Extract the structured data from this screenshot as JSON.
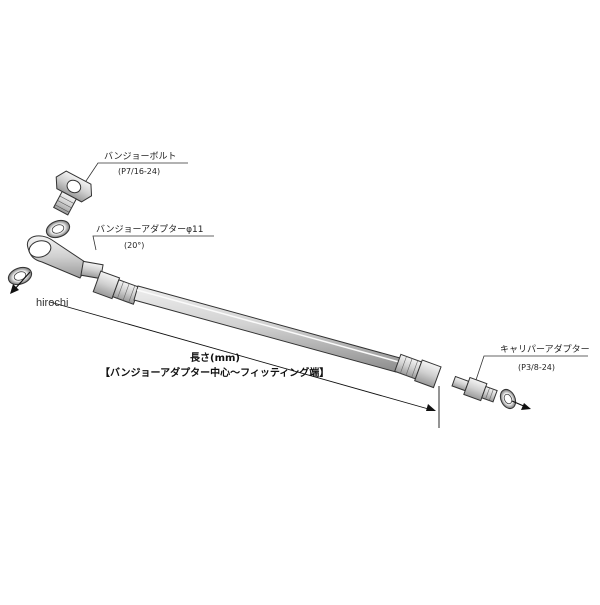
{
  "labels": {
    "banjo_bolt": "バンジョーボルト",
    "banjo_bolt_spec": "(P7/16-24)",
    "banjo_adapter": "バンジョーアダプターφ11",
    "banjo_adapter_spec": "(20°)",
    "caliper_adapter": "キャリパーアダプター",
    "caliper_adapter_spec": "(P3/8-24)",
    "length_title": "長さ(mm)",
    "length_desc": "【バンジョーアダプター中心～フィッティング端】"
  },
  "watermark": "hirochi"
}
